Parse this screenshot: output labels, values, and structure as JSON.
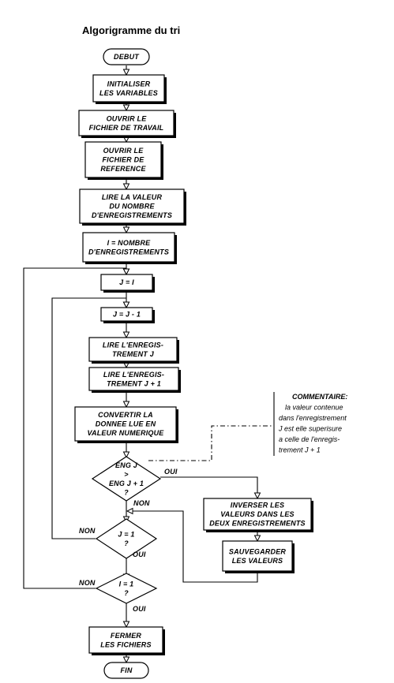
{
  "title": "Algorigramme du tri",
  "start": "DEBUT",
  "end": "FIN",
  "boxes": {
    "init": [
      "INITIALISER",
      "LES VARIABLES"
    ],
    "open_work": [
      "OUVRIR LE",
      "FICHIER DE TRAVAIL"
    ],
    "open_ref": [
      "OUVRIR LE",
      "FICHIER DE",
      "REFERENCE"
    ],
    "read_count": [
      "LIRE LA VALEUR",
      "DU NOMBRE",
      "D'ENREGISTREMENTS"
    ],
    "set_i": [
      "I = NOMBRE",
      "D'ENREGISTREMENTS"
    ],
    "set_j": [
      "J = I"
    ],
    "dec_j": [
      "J = J - 1"
    ],
    "read_j": [
      "LIRE L'ENREGIS-",
      "TREMENT J"
    ],
    "read_j1": [
      "LIRE L'ENREGIS-",
      "TREMENT J + 1"
    ],
    "convert": [
      "CONVERTIR LA",
      "DONNEE LUE EN",
      "VALEUR NUMERIQUE"
    ],
    "swap": [
      "INVERSER LES",
      "VALEURS DANS LES",
      "DEUX ENREGISTREMENTS"
    ],
    "save": [
      "SAUVEGARDER",
      "LES VALEURS"
    ],
    "close": [
      "FERMER",
      "LES FICHIERS"
    ]
  },
  "decisions": {
    "compare": [
      "ENG J",
      ">",
      "ENG J + 1",
      "?"
    ],
    "j_one": [
      "J = 1",
      "?"
    ],
    "i_one": [
      "I = 1",
      "?"
    ]
  },
  "branches": {
    "yes": "OUI",
    "no": "NON"
  },
  "comment": [
    "COMMENTAIRE:",
    "la valeur contenue",
    "dans l'enregistrement",
    "J est elle superisure",
    "a celle de l'enregis-",
    "trement J + 1"
  ]
}
